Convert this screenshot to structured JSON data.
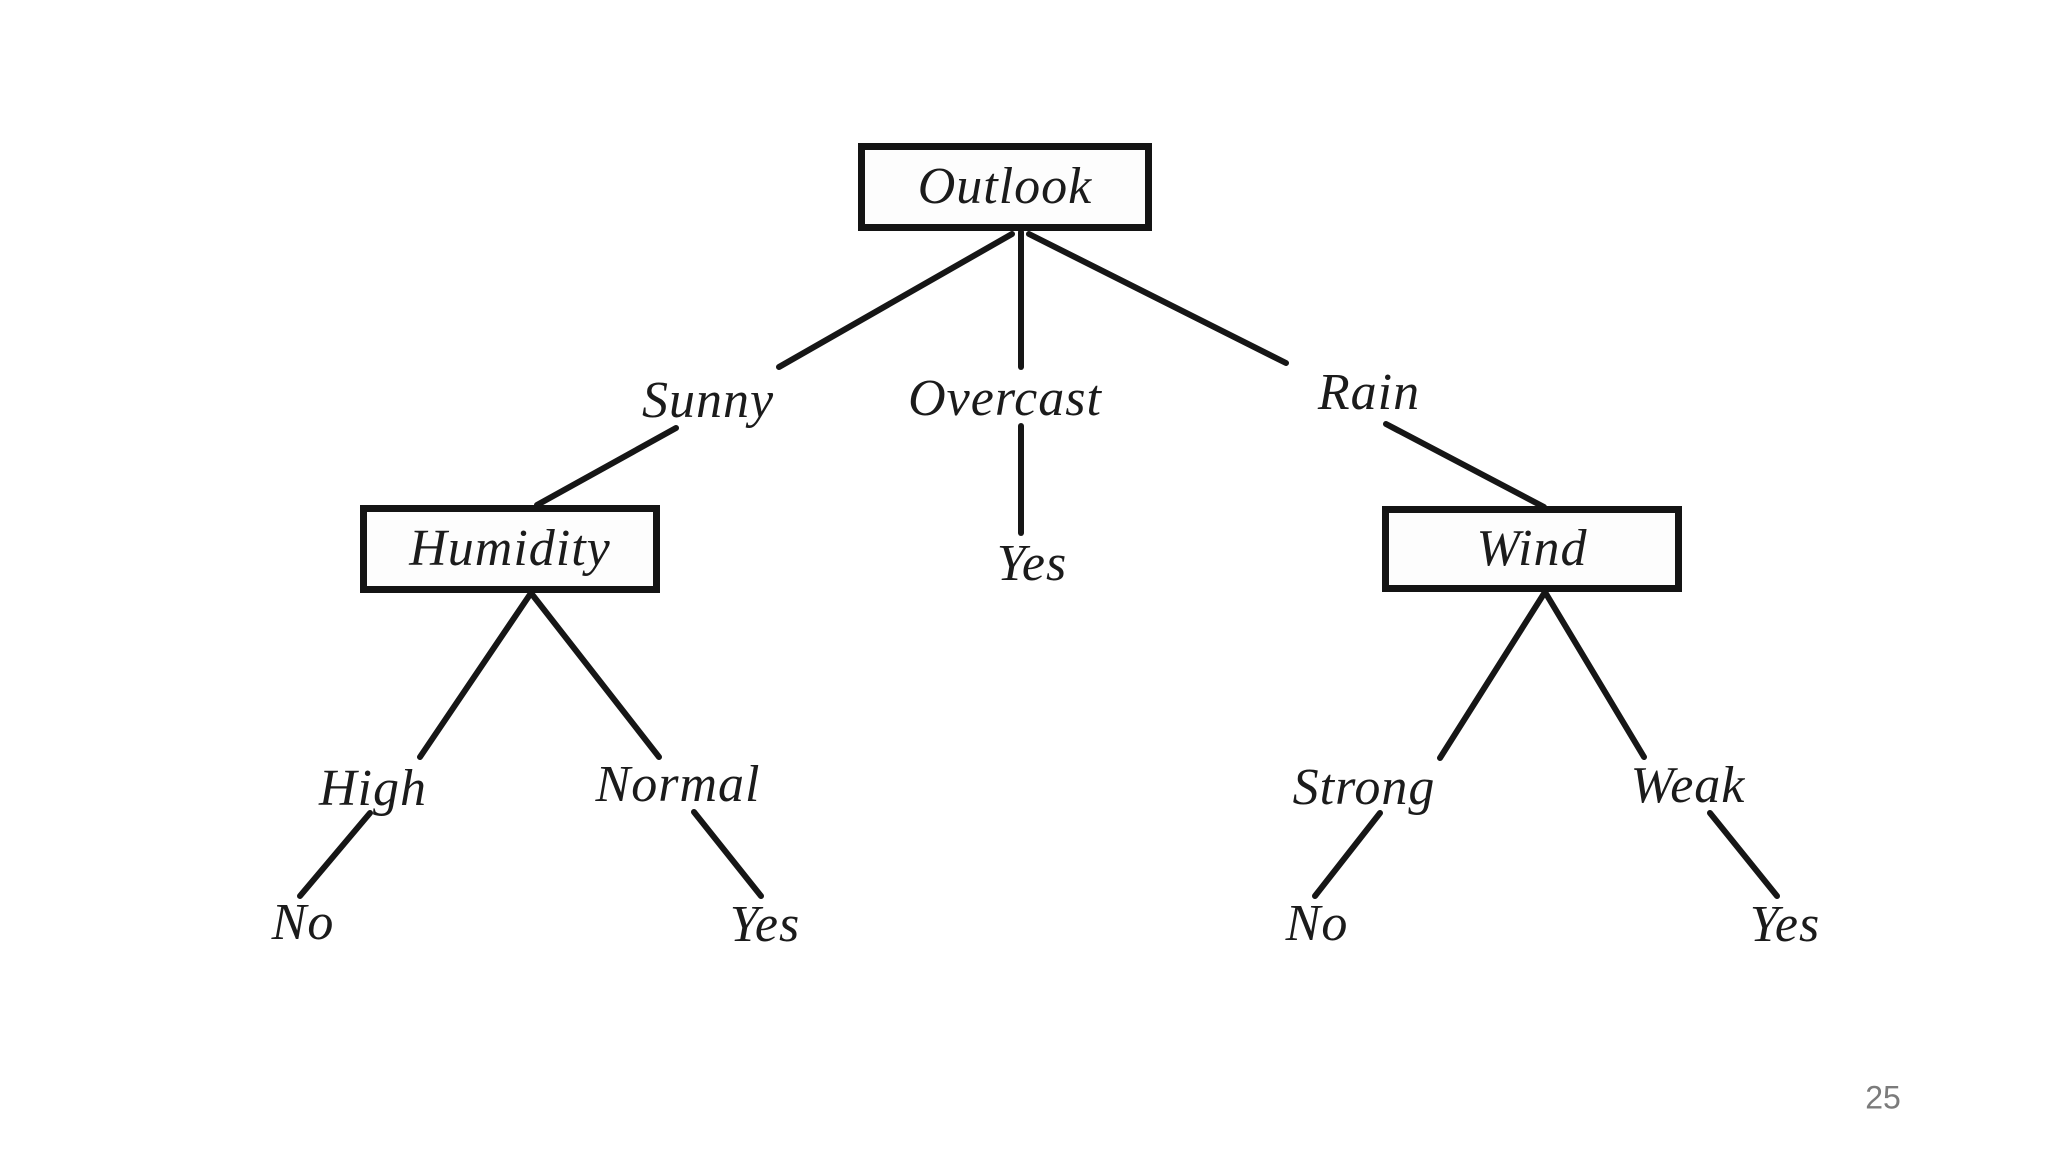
{
  "slide": {
    "page_number": "25"
  },
  "diagram": {
    "type": "decision-tree",
    "nodes": {
      "outlook": {
        "label": "Outlook"
      },
      "humidity": {
        "label": "Humidity"
      },
      "wind": {
        "label": "Wind"
      }
    },
    "branch_labels": {
      "sunny": "Sunny",
      "overcast": "Overcast",
      "rain": "Rain",
      "high": "High",
      "normal": "Normal",
      "strong": "Strong",
      "weak": "Weak"
    },
    "leaves": {
      "overcast_yes": "Yes",
      "high_no": "No",
      "normal_yes": "Yes",
      "strong_no": "No",
      "weak_yes": "Yes"
    },
    "structure": [
      {
        "node": "Outlook",
        "branch": "Sunny",
        "child": "Humidity"
      },
      {
        "node": "Outlook",
        "branch": "Overcast",
        "child": "Yes"
      },
      {
        "node": "Outlook",
        "branch": "Rain",
        "child": "Wind"
      },
      {
        "node": "Humidity",
        "branch": "High",
        "child": "No"
      },
      {
        "node": "Humidity",
        "branch": "Normal",
        "child": "Yes"
      },
      {
        "node": "Wind",
        "branch": "Strong",
        "child": "No"
      },
      {
        "node": "Wind",
        "branch": "Weak",
        "child": "Yes"
      }
    ],
    "colors": {
      "ink": "#161616",
      "node_fill": "#fdfdfd",
      "page_number": "#7b7b7b"
    }
  }
}
